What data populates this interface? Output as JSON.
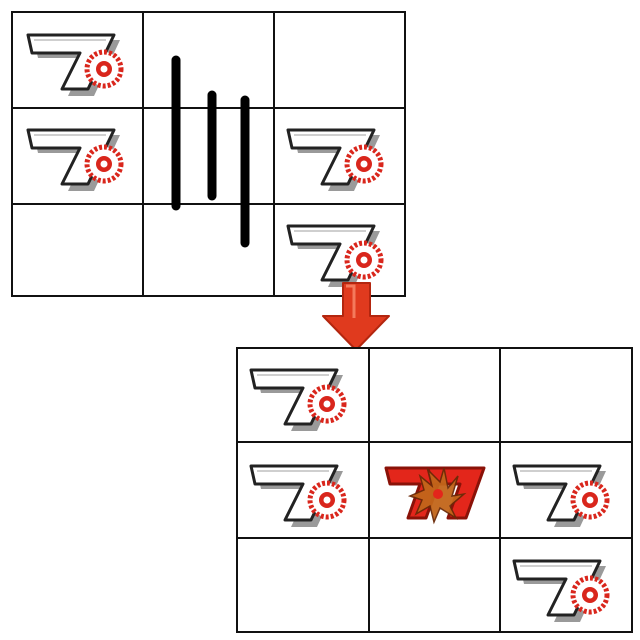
{
  "diagram": {
    "colors": {
      "grid_line": "#111111",
      "background": "#ffffff",
      "seven_fill": "#ffffff",
      "seven_outline": "#222222",
      "seven_shadow": "#9a9a9a",
      "medallion_red": "#d9261c",
      "spin_line": "#000000",
      "arrow_red": "#e03a1e",
      "arrow_dark": "#b3260f",
      "red_seven": "#e3261b",
      "red_seven_dark": "#8a1208",
      "red_seven_flame": "#c2661a"
    },
    "before_grid": {
      "rows": 3,
      "cols": 3,
      "cells": [
        {
          "row": 0,
          "col": 0,
          "symbol": "white-seven"
        },
        {
          "row": 1,
          "col": 0,
          "symbol": "white-seven"
        },
        {
          "row": 1,
          "col": 2,
          "symbol": "white-seven"
        },
        {
          "row": 2,
          "col": 2,
          "symbol": "white-seven"
        }
      ],
      "spinning_reel_col": 1
    },
    "transition_icon": "down-arrow-icon",
    "after_grid": {
      "rows": 3,
      "cols": 3,
      "cells": [
        {
          "row": 0,
          "col": 0,
          "symbol": "white-seven"
        },
        {
          "row": 1,
          "col": 0,
          "symbol": "white-seven"
        },
        {
          "row": 1,
          "col": 1,
          "symbol": "red-seven"
        },
        {
          "row": 1,
          "col": 2,
          "symbol": "white-seven"
        },
        {
          "row": 2,
          "col": 2,
          "symbol": "white-seven"
        }
      ]
    }
  }
}
